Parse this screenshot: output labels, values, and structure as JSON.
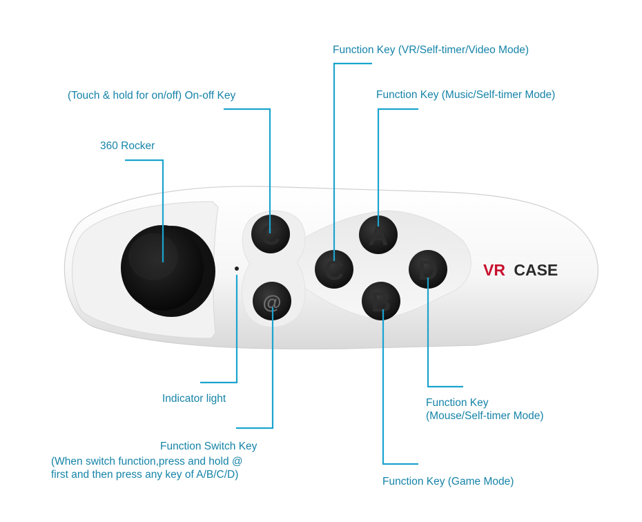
{
  "colors": {
    "label_text": "#1583a8",
    "leader_line": "#1aa3cf",
    "body_white": "#f7f7f7",
    "key_black": "#1a1a1a",
    "brand_red": "#c8102e",
    "brand_dark": "#2a2a2a"
  },
  "device": {
    "brand_vr": "VR",
    "brand_case": "CASE",
    "keys": {
      "onoff_glyph": "C",
      "switch_glyph": "@",
      "a": "A",
      "b": "B",
      "c": "C",
      "d": "D"
    }
  },
  "labels": {
    "function_key_vr": "Function Key (VR/Self-timer/Video Mode)",
    "onoff_key": "(Touch & hold for on/off) On-off Key",
    "function_key_music": "Function Key (Music/Self-timer Mode)",
    "rocker": "360 Rocker",
    "indicator": "Indicator light",
    "function_key_mouse_line1": "Function Key",
    "function_key_mouse_line2": "(Mouse/Self-timer Mode)",
    "switch_key_title": "Function Switch Key",
    "switch_key_note_line1": "(When switch function,press and hold @",
    "switch_key_note_line2": "first and then press any key of A/B/C/D)",
    "function_key_game": "Function Key (Game Mode)"
  }
}
